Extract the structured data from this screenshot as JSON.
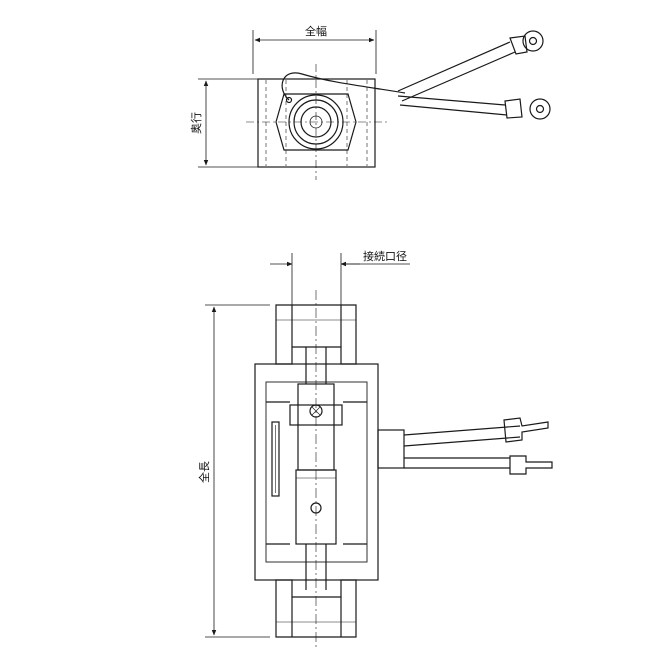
{
  "labels": {
    "overall_width": "全幅",
    "depth": "奥行",
    "connection_diameter": "接続口径",
    "overall_length": "全長"
  },
  "colors": {
    "line": "#1a1a1a",
    "background": "#ffffff"
  }
}
